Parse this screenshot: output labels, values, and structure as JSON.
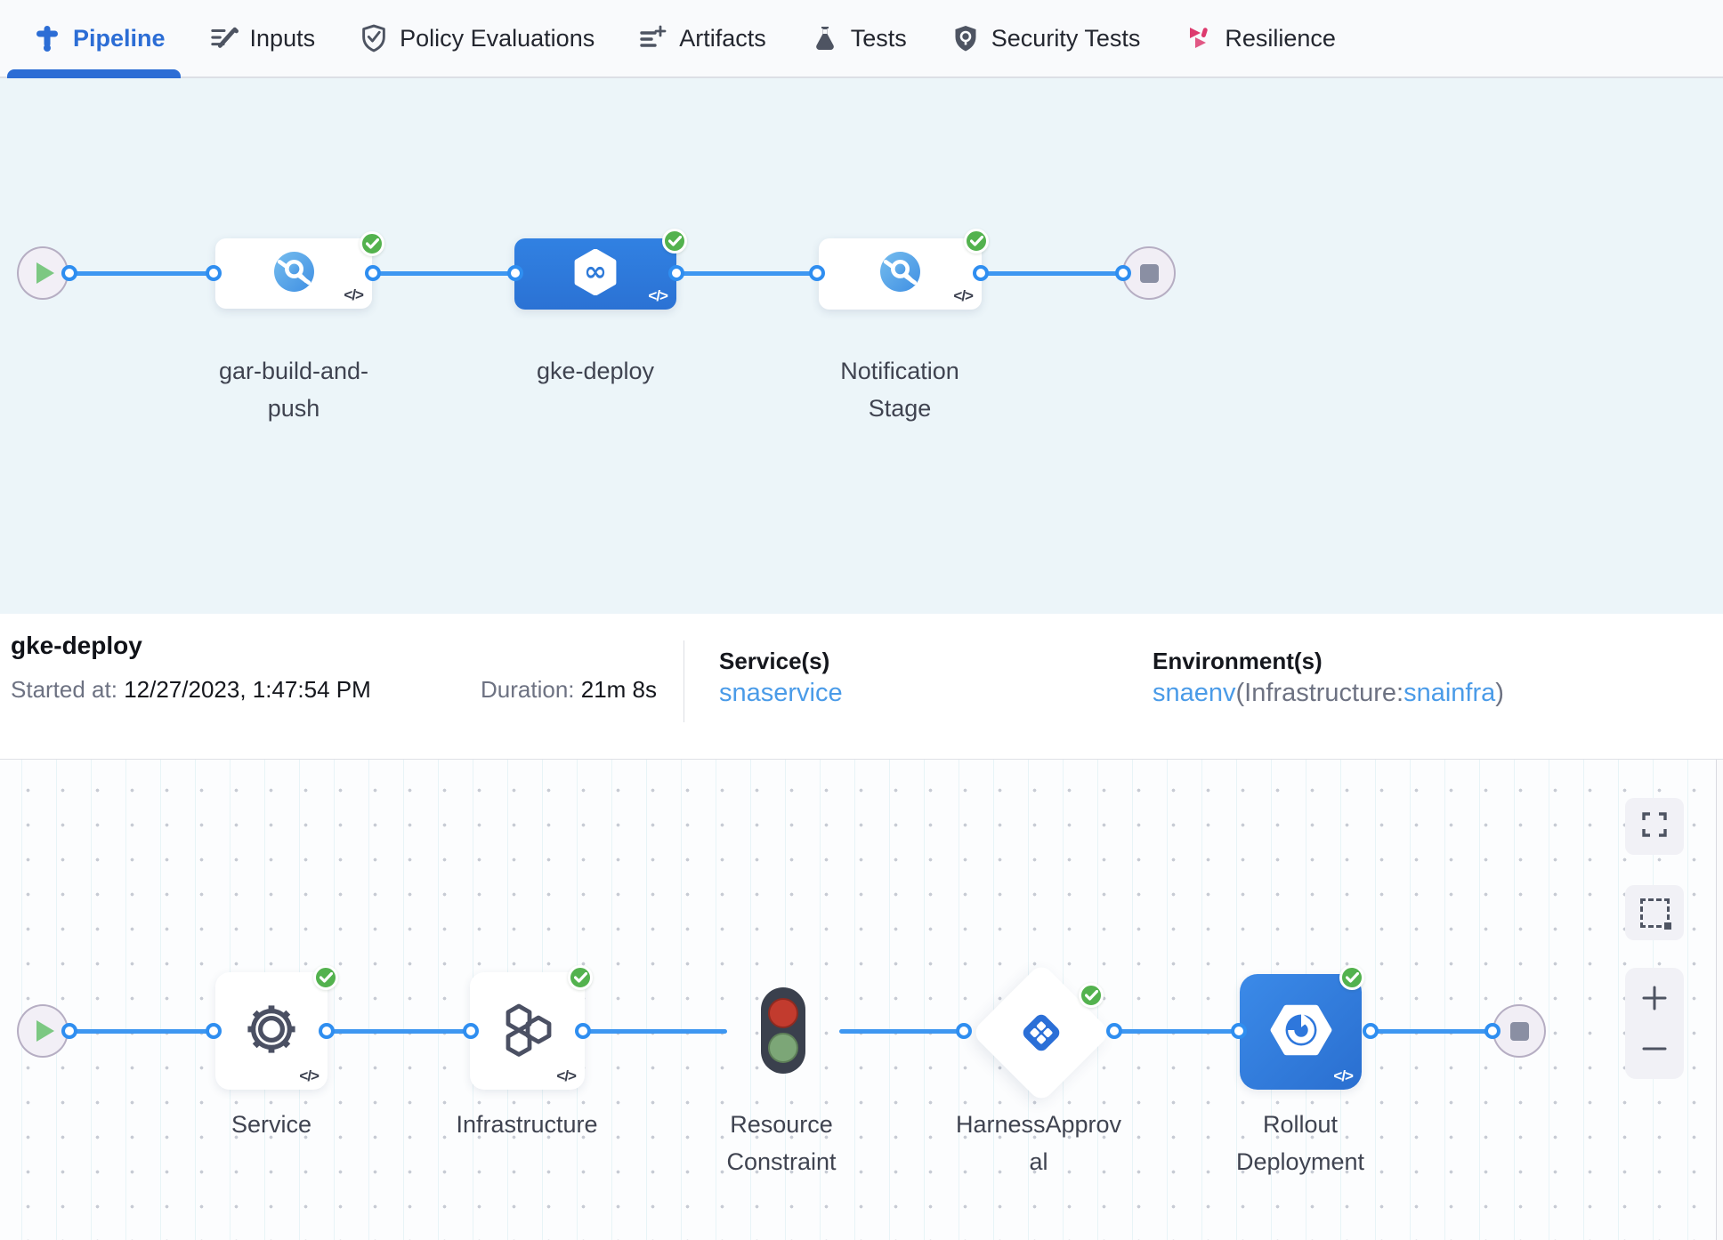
{
  "tabs": [
    {
      "label": "Pipeline",
      "icon": "pipeline-icon",
      "active": true
    },
    {
      "label": "Inputs",
      "icon": "inputs-icon",
      "active": false
    },
    {
      "label": "Policy Evaluations",
      "icon": "policy-icon",
      "active": false
    },
    {
      "label": "Artifacts",
      "icon": "artifacts-icon",
      "active": false
    },
    {
      "label": "Tests",
      "icon": "tests-icon",
      "active": false
    },
    {
      "label": "Security Tests",
      "icon": "security-icon",
      "active": false
    },
    {
      "label": "Resilience",
      "icon": "resilience-icon",
      "active": false
    }
  ],
  "stage_graph": {
    "stages": [
      {
        "name": "gar-build-and-push",
        "type": "ci-build-stage",
        "status": "success"
      },
      {
        "name": "gke-deploy",
        "type": "cd-deploy-stage",
        "status": "success",
        "selected": true
      },
      {
        "name": "Notification Stage",
        "type": "custom-stage",
        "status": "success"
      }
    ]
  },
  "code_badge": "</>",
  "details": {
    "title": "gke-deploy",
    "started_label": "Started at:",
    "started_value": "12/27/2023, 1:47:54 PM",
    "duration_label": "Duration:",
    "duration_value": "21m 8s",
    "services_label": "Service(s)",
    "services_value": "snaservice",
    "environments_label": "Environment(s)",
    "env_name": "snaenv",
    "env_infra_prefix": "(Infrastructure:",
    "env_infra_name": "snainfra",
    "env_suffix": ")"
  },
  "execution_graph": {
    "steps": [
      {
        "name": "Service",
        "status": "success"
      },
      {
        "name": "Infrastructure",
        "status": "success"
      },
      {
        "name": "Resource Constraint",
        "status": "running-icon-only"
      },
      {
        "name": "HarnessApproval",
        "status": "success"
      },
      {
        "name": "Rollout Deployment",
        "status": "success"
      }
    ]
  },
  "colors": {
    "accent_blue": "#2c6dd5",
    "edge_blue": "#3e97f1",
    "selected_stage_blue": "#2e7ad9",
    "success_green": "#53b24e",
    "resilience_pink": "#dd3a6e",
    "stage_canvas_bg": "#ecf5f9"
  }
}
